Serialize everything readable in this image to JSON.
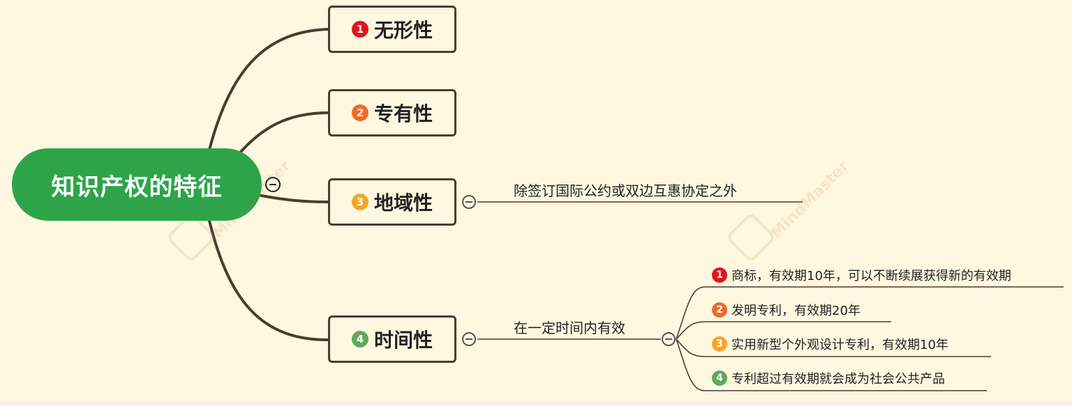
{
  "root": {
    "label": "知识产权的特征"
  },
  "colors": {
    "root": "#2ea44a",
    "line": "#4a3c30",
    "b1": "#e0141e",
    "b2": "#f06a2a",
    "b3": "#f5a623",
    "b4": "#5fa85d"
  },
  "branches": [
    {
      "num": "1",
      "label": "无形性"
    },
    {
      "num": "2",
      "label": "专有性"
    },
    {
      "num": "3",
      "label": "地域性",
      "note": "除签订国际公约或双边互惠协定之外"
    },
    {
      "num": "4",
      "label": "时间性",
      "note": "在一定时间内有效"
    }
  ],
  "time_details": [
    {
      "num": "1",
      "text": "商标，有效期10年，可以不断续展获得新的有效期"
    },
    {
      "num": "2",
      "text": "发明专利，有效期20年"
    },
    {
      "num": "3",
      "text": "实用新型个外观设计专利，有效期10年"
    },
    {
      "num": "4",
      "text": "专利超过有效期就会成为社会公共产品"
    }
  ],
  "watermark": "MindMaster"
}
